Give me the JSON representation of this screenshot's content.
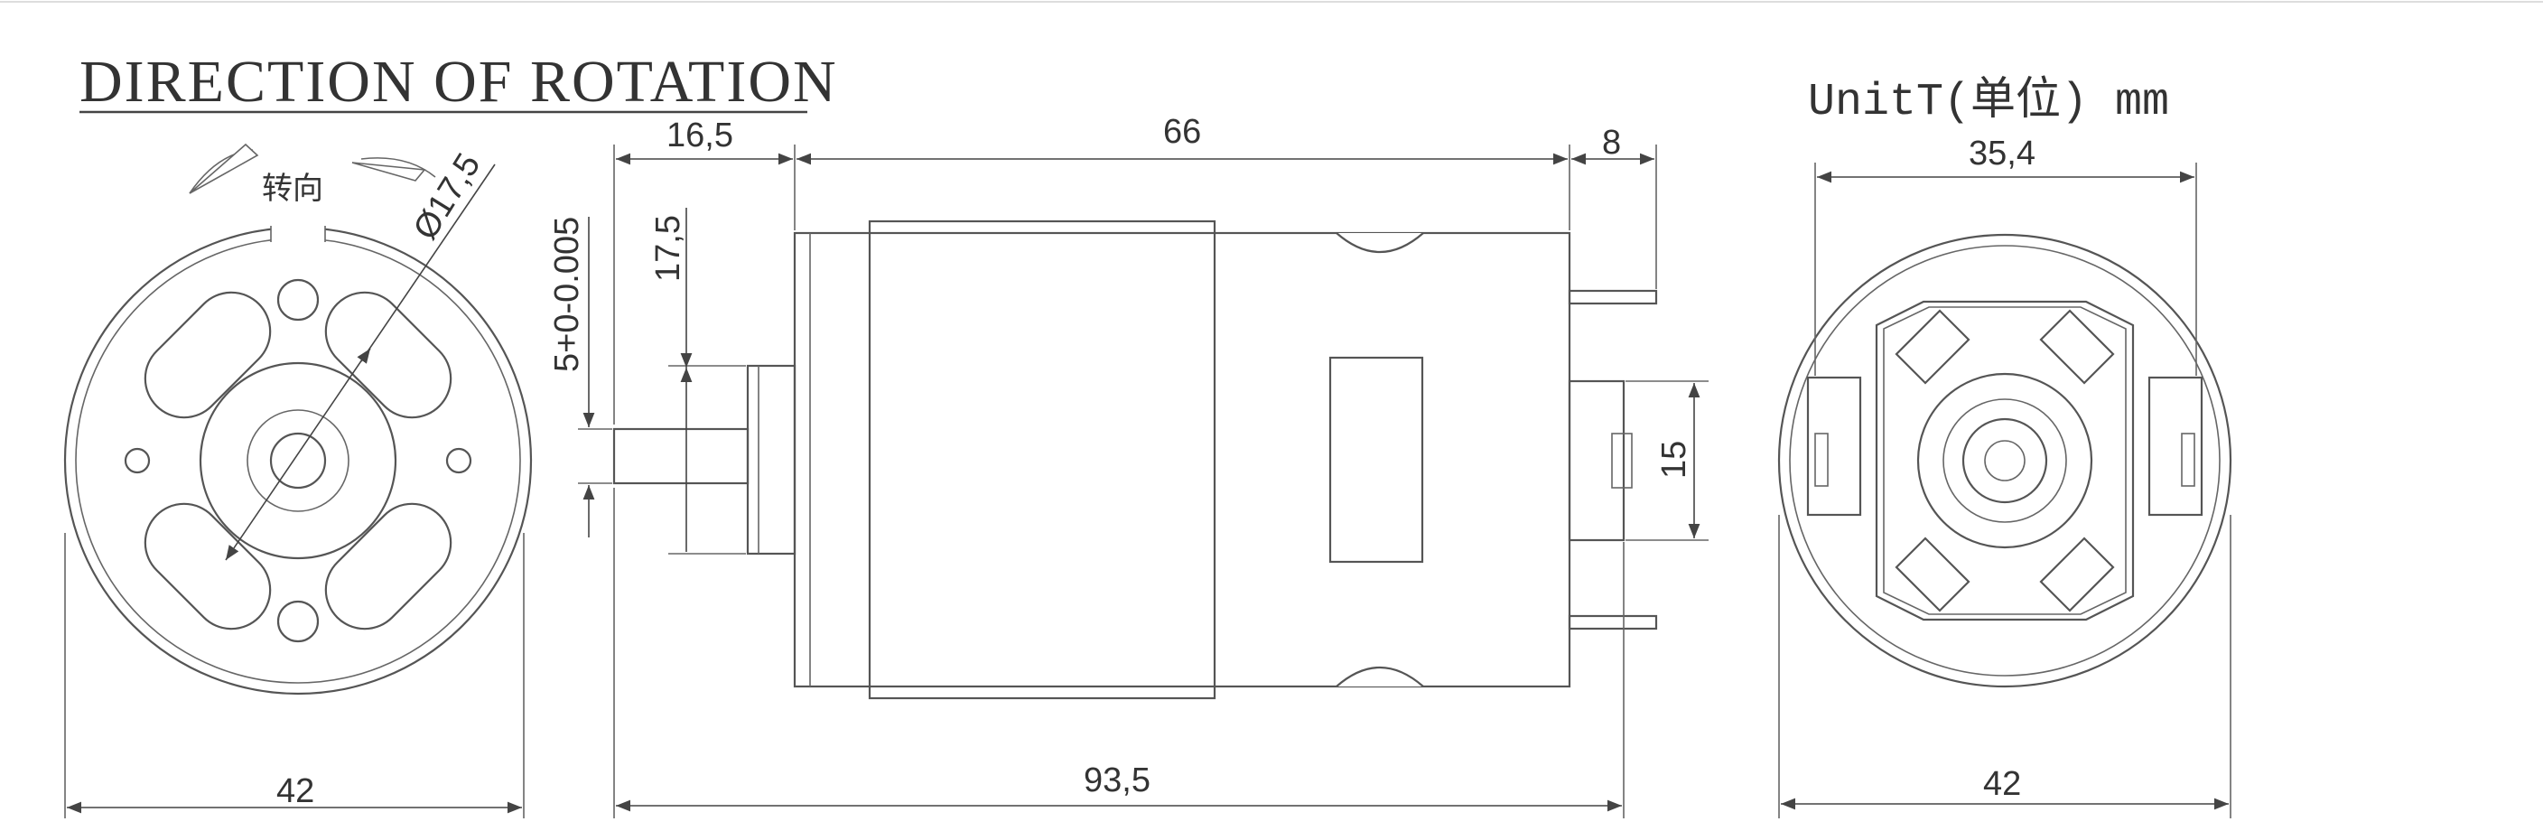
{
  "title": "DIRECTION OF ROTATION",
  "unit_label": "UnitT(单位) mm",
  "rotation_label": "转向",
  "dimensions": {
    "front_width": "42",
    "hole_diameter": "Ø17,5",
    "shaft_length": "16,5",
    "body_length": "66",
    "rear_boss": "8",
    "overall_length": "93,5",
    "flange_height": "17,5",
    "shaft_diameter": "5+0-0.005",
    "boss_height": "15",
    "rear_inner": "35,4",
    "rear_width": "42"
  }
}
